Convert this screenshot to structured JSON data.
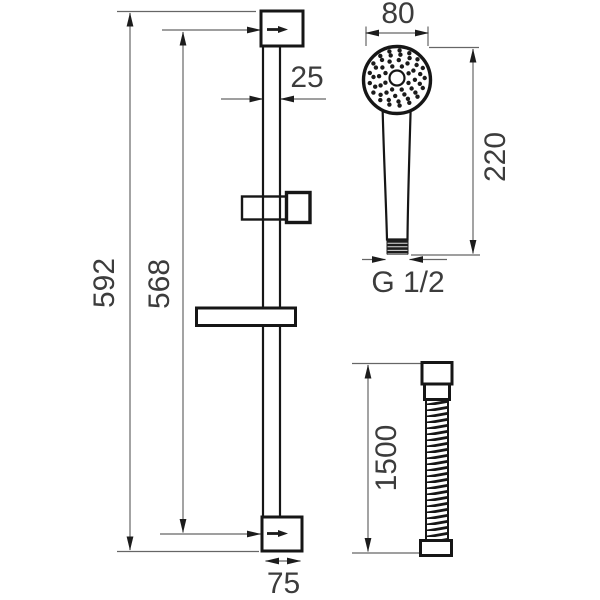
{
  "diagram": {
    "labels": {
      "rail_length": "592",
      "rail_inner_length": "568",
      "rail_tube_width": "25",
      "bracket_width": "75",
      "head_diameter": "80",
      "hand_shower_length": "220",
      "thread_size": "G 1/2",
      "hose_length": "1500"
    },
    "colors": {
      "outline": "#161616",
      "dimension_line": "#666666",
      "arrowhead": "#1c1c1c",
      "label_text": "#3c3c3c",
      "background": "#ffffff"
    }
  }
}
